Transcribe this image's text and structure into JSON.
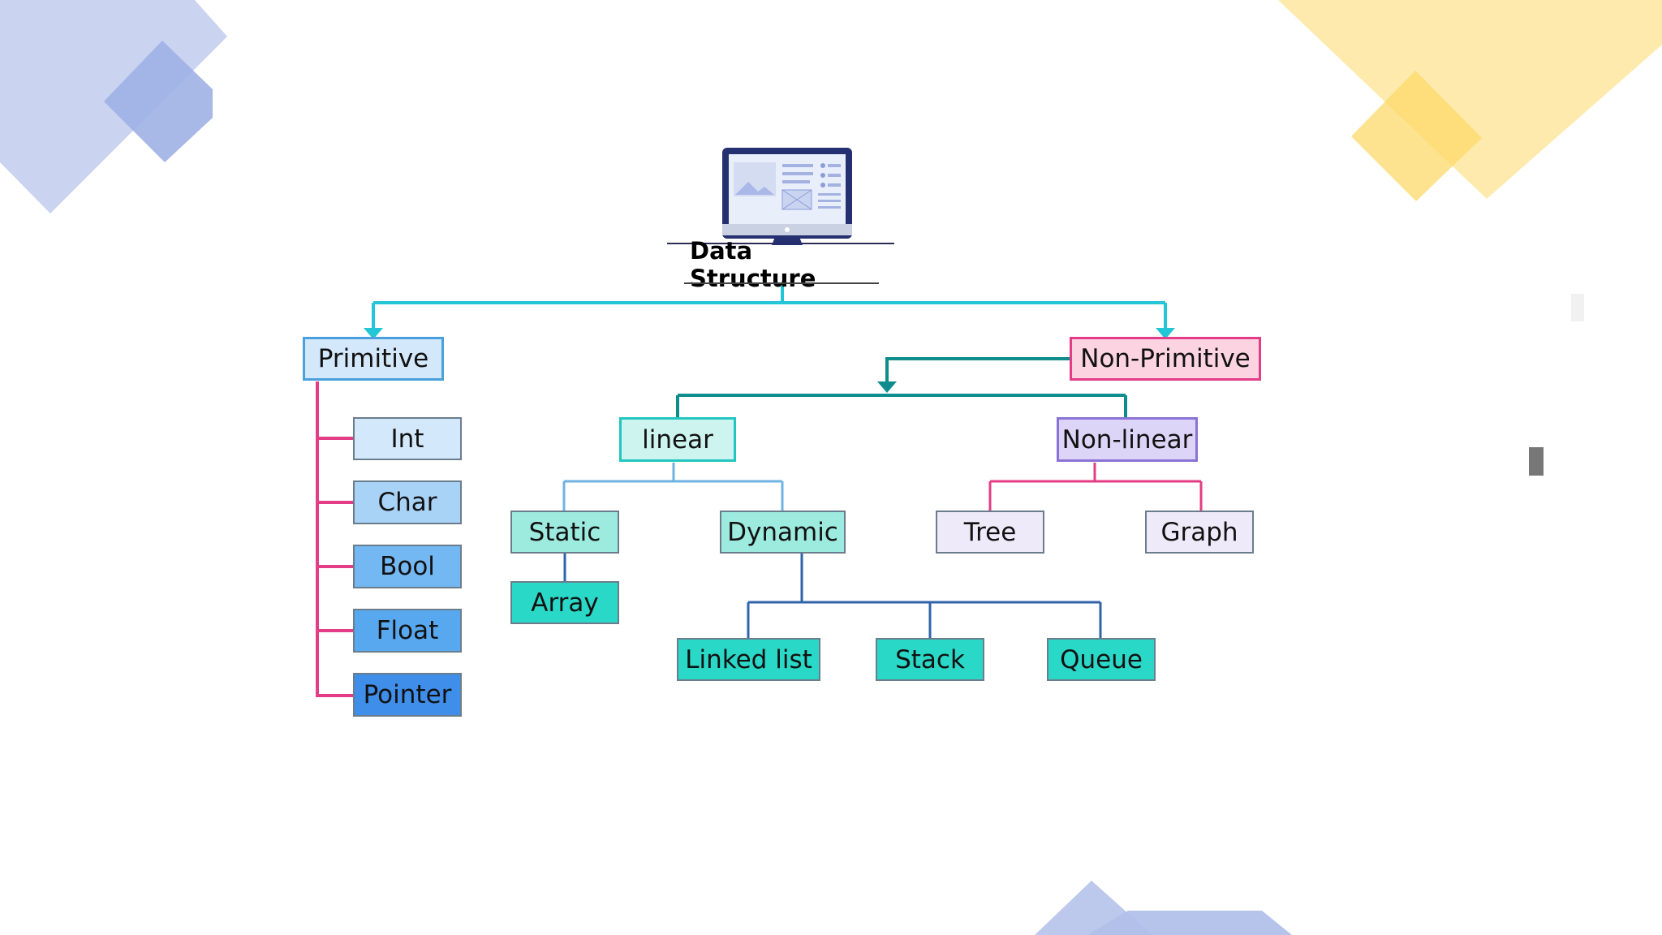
{
  "title": "Data Structure",
  "nodes": {
    "primitive": "Primitive",
    "non_primitive": "Non-Primitive",
    "int": "Int",
    "char": "Char",
    "bool": "Bool",
    "float": "Float",
    "pointer": "Pointer",
    "linear": "linear",
    "non_linear": "Non-linear",
    "static": "Static",
    "dynamic": "Dynamic",
    "array": "Array",
    "tree": "Tree",
    "graph": "Graph",
    "linked_list": "Linked list",
    "stack": "Stack",
    "queue": "Queue"
  },
  "colors": {
    "cyan_connector": "#22c6d6",
    "teal_connector": "#0f8c8c",
    "pink_connector": "#e23d86",
    "blue_connector": "#4aa0dc",
    "navy_connector": "#2f65a8",
    "primitive_fill": "#d3e8fb",
    "non_primitive_fill": "#fbd3e1",
    "linear_fill": "#cdf4ee",
    "non_linear_fill": "#dcd5f7",
    "teal_leaf_fill": "#2ad8c8",
    "blue_leaf_fill": "#3e8eea",
    "deco_blue": "#aebbe6",
    "deco_yellow": "#fde495"
  },
  "icons": [
    "monitor-icon"
  ]
}
